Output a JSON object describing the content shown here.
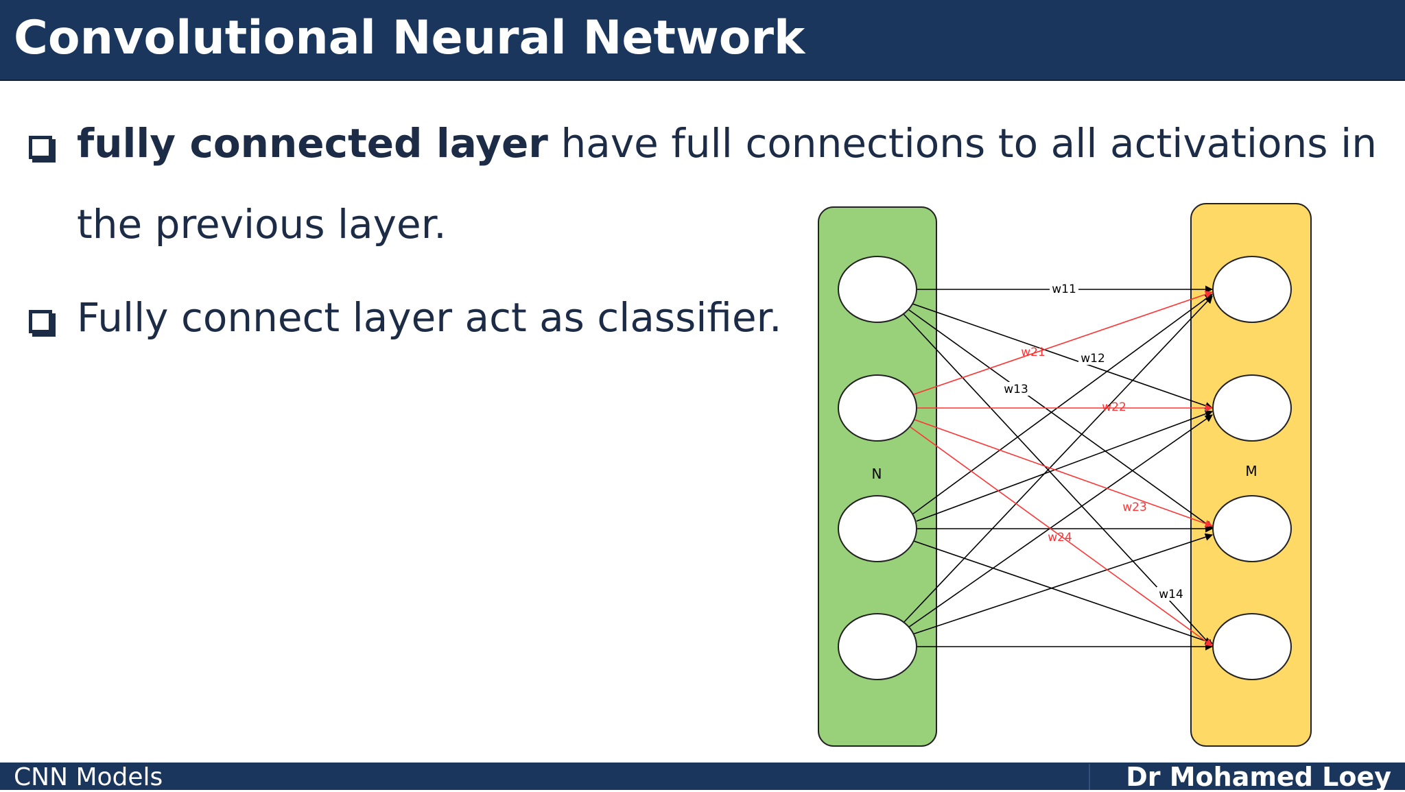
{
  "header": {
    "title": "Convolutional Neural Network"
  },
  "bullets": [
    {
      "bold": "fully connected layer",
      "line1_rest": " have full connections to all activations in",
      "line2": "the previous layer."
    },
    {
      "text": "Fully connect layer act as classifier."
    }
  ],
  "diagram": {
    "input_layer_label": "N",
    "output_layer_label": "M",
    "weight_labels": {
      "w11": "w11",
      "w12": "w12",
      "w13": "w13",
      "w14": "w14",
      "w21": "w21",
      "w22": "w22",
      "w23": "w23",
      "w24": "w24"
    },
    "colors": {
      "input_layer": "#99d17b",
      "output_layer": "#ffd966",
      "highlight_edges": "#ff3333",
      "edges": "#000000"
    }
  },
  "footer": {
    "left": "CNN Models",
    "right": "Dr Mohamed Loey"
  },
  "colors": {
    "bar": "#1b365d",
    "text": "#1c2b46"
  }
}
